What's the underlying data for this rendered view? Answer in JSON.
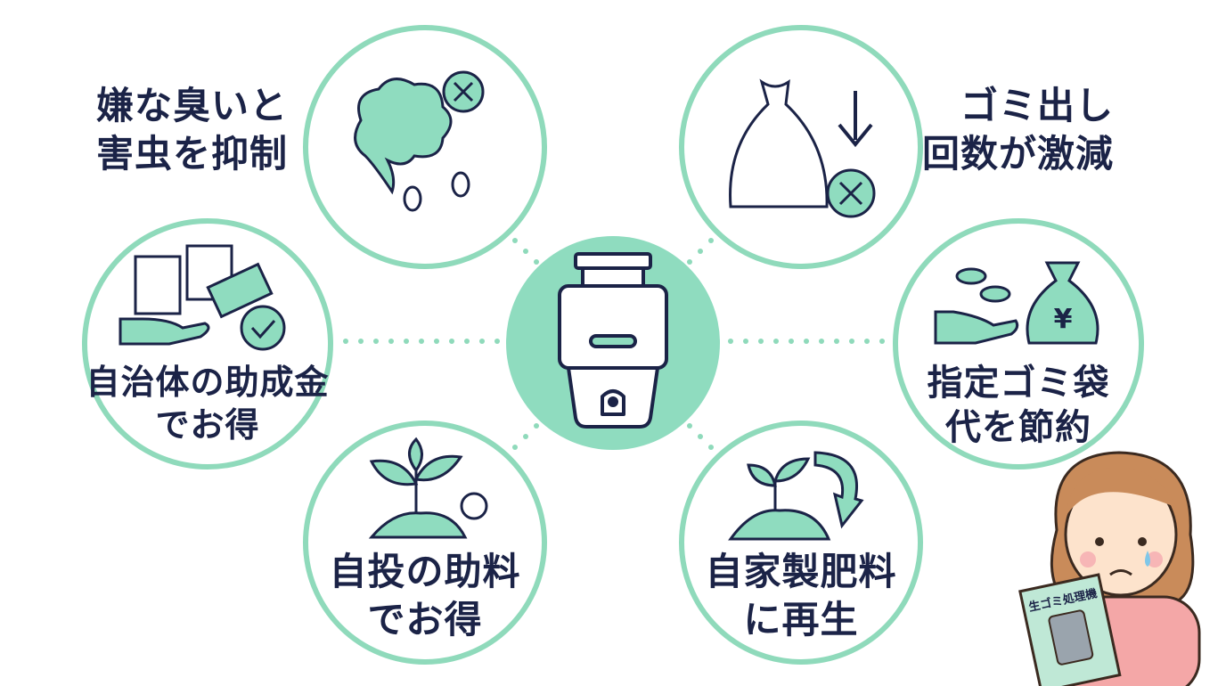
{
  "colors": {
    "accent": "#8fdabb",
    "hub": "#8fdcbf",
    "text": "#1b2347"
  },
  "center": {
    "icon": "garbage-disposer-icon"
  },
  "benefits": [
    {
      "lines": [
        "嫌な臭いと",
        "害虫を抑制"
      ],
      "icon": "odor-cloud-flies-icon"
    },
    {
      "lines": [
        "ゴミ出し",
        "回数が激減"
      ],
      "icon": "garbage-bag-decrease-icon"
    },
    {
      "lines": [
        "自治体の助成金",
        "でお得"
      ],
      "icon": "subsidy-documents-money-icon"
    },
    {
      "lines": [
        "指定ゴミ袋",
        "代を節約"
      ],
      "icon": "coins-yen-bag-icon"
    },
    {
      "lines": [
        "自投の助料",
        "でお得"
      ],
      "icon": "sprout-soil-icon"
    },
    {
      "lines": [
        "自家製肥料",
        "に再生"
      ],
      "icon": "sprout-recycle-arrow-icon"
    }
  ],
  "character": {
    "booklet_title": "生ゴミ処理機",
    "icon": "worried-woman-icon"
  }
}
